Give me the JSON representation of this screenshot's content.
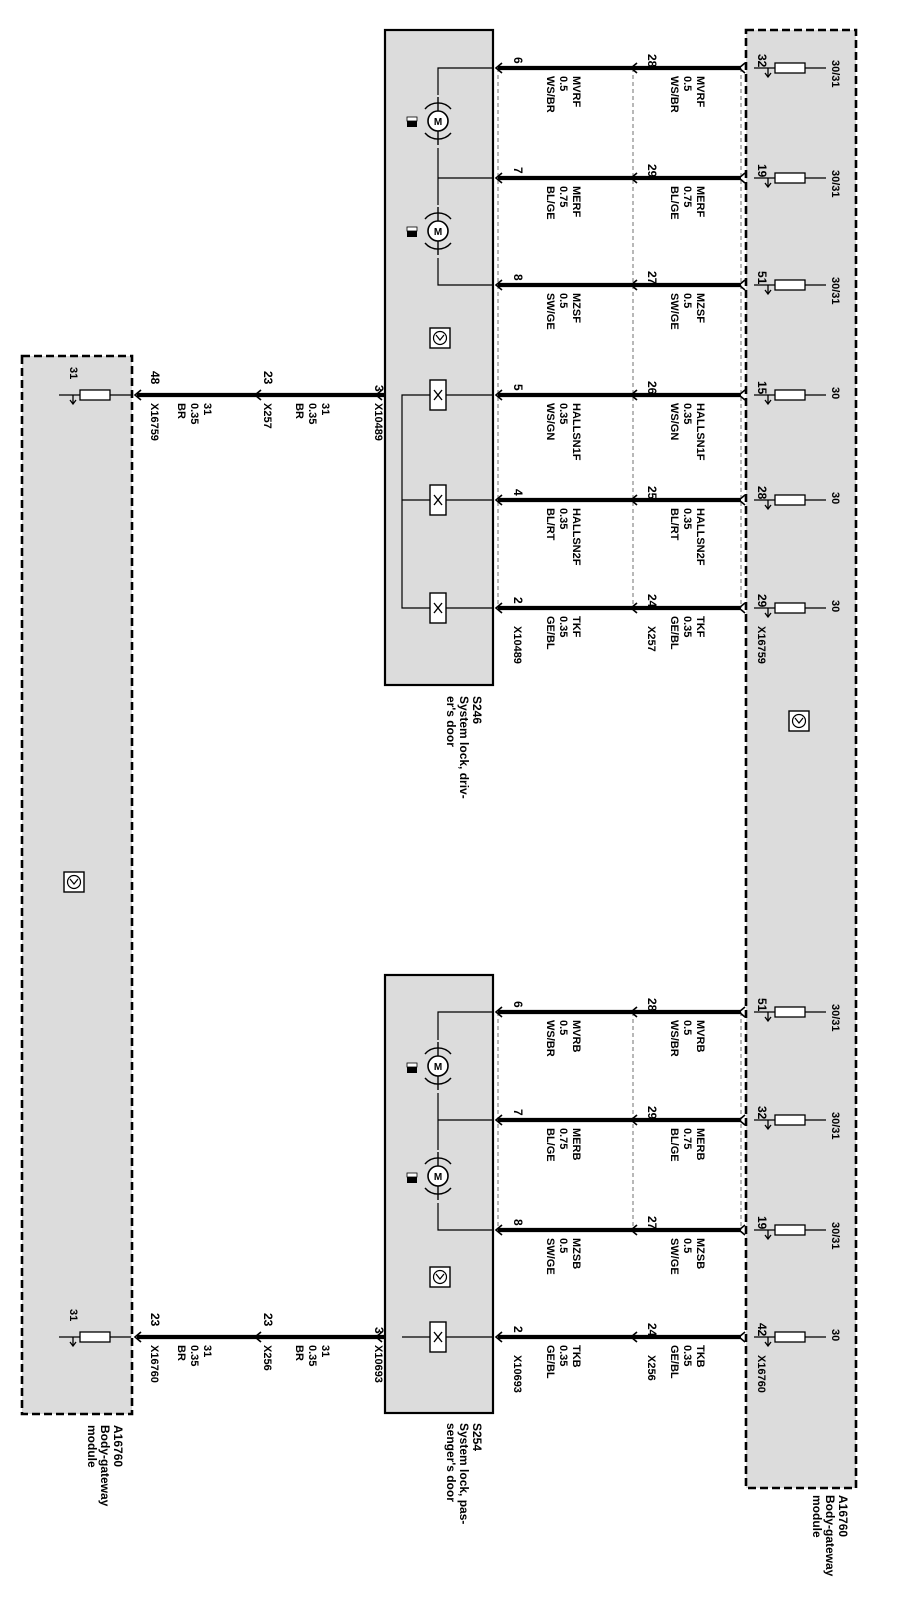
{
  "modules": {
    "right": {
      "id": "A16760",
      "desc": [
        "Body-gateway",
        "module"
      ]
    },
    "left": {
      "id": "A16760",
      "desc": [
        "Body-gateway",
        "module"
      ]
    }
  },
  "switches": {
    "driver": {
      "id": "S246",
      "desc": [
        "System lock, driv-",
        "er's door"
      ]
    },
    "passenger": {
      "id": "S254",
      "desc": [
        "System lock, pas-",
        "senger's door"
      ]
    }
  },
  "driver_wires": [
    {
      "signal": "MVRF",
      "gauge": "0.5",
      "color": "WS/BR",
      "pin_module": "32",
      "pin_mid": "28",
      "pin_switch": "6",
      "terminal": "30/31"
    },
    {
      "signal": "MERF",
      "gauge": "0.75",
      "color": "BL/GE",
      "pin_module": "19",
      "pin_mid": "29",
      "pin_switch": "7",
      "terminal": "30/31"
    },
    {
      "signal": "MZSF",
      "gauge": "0.5",
      "color": "SW/GE",
      "pin_module": "51",
      "pin_mid": "27",
      "pin_switch": "8",
      "terminal": "30/31"
    },
    {
      "signal": "HALLSN1F",
      "gauge": "0.35",
      "color": "WS/GN",
      "pin_module": "15",
      "pin_mid": "26",
      "pin_switch": "5",
      "terminal": "30"
    },
    {
      "signal": "HALLSN2F",
      "gauge": "0.35",
      "color": "BL/RT",
      "pin_module": "28",
      "pin_mid": "25",
      "pin_switch": "4",
      "terminal": "30"
    },
    {
      "signal": "TKF",
      "gauge": "0.35",
      "color": "GE/BL",
      "pin_module": "29",
      "pin_mid": "24",
      "pin_switch": "2",
      "terminal": "30"
    }
  ],
  "driver_connectors": {
    "module": "X16759",
    "mid": "X257",
    "switch": "X10489"
  },
  "passenger_wires": [
    {
      "signal": "MVRB",
      "gauge": "0.5",
      "color": "WS/BR",
      "pin_module": "51",
      "pin_mid": "28",
      "pin_switch": "6",
      "terminal": "30/31"
    },
    {
      "signal": "MERB",
      "gauge": "0.75",
      "color": "BL/GE",
      "pin_module": "32",
      "pin_mid": "29",
      "pin_switch": "7",
      "terminal": "30/31"
    },
    {
      "signal": "MZSB",
      "gauge": "0.5",
      "color": "SW/GE",
      "pin_module": "19",
      "pin_mid": "27",
      "pin_switch": "8",
      "terminal": "30/31"
    },
    {
      "signal": "TKB",
      "gauge": "0.35",
      "color": "GE/BL",
      "pin_module": "42",
      "pin_mid": "24",
      "pin_switch": "2",
      "terminal": "30"
    }
  ],
  "passenger_connectors": {
    "module": "X16760",
    "mid": "X256",
    "switch": "X10693"
  },
  "ground_wires": [
    {
      "terminal": "31",
      "module_pin": "48",
      "module_conn": "X16759",
      "mid_pin": "23",
      "mid_conn": "X257",
      "switch_pin": "3",
      "switch_conn": "X10489",
      "labels": {
        "a": {
          "signal": "31",
          "gauge": "0.35",
          "color": "BR"
        },
        "b": {
          "signal": "31",
          "gauge": "0.35",
          "color": "BR"
        }
      }
    },
    {
      "terminal": "31",
      "module_pin": "23",
      "module_conn": "X16760",
      "mid_pin": "23",
      "mid_conn": "X256",
      "switch_pin": "3",
      "switch_conn": "X10693",
      "labels": {
        "a": {
          "signal": "31",
          "gauge": "0.35",
          "color": "BR"
        },
        "b": {
          "signal": "31",
          "gauge": "0.35",
          "color": "BR"
        }
      }
    }
  ]
}
